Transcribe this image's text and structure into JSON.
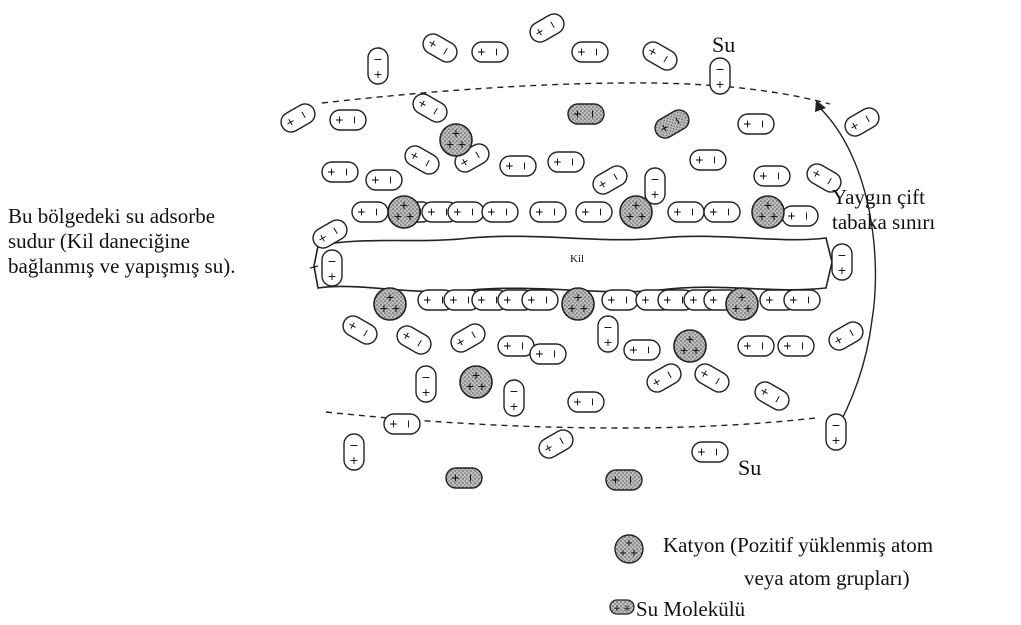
{
  "labels": {
    "water_top": "Su",
    "water_bottom": "Su",
    "clay": "Kil",
    "adsorbed_line1": "Bu bölgedeki su adsorbe",
    "adsorbed_line2": "sudur (Kil daneciğine",
    "adsorbed_line3": "bağlanmış ve yapışmış su).",
    "boundary_line1": "Yaygın çift",
    "boundary_line2": "tabaka sınırı"
  },
  "legend": {
    "cation": "Katyon (Pozitif yüklenmiş atom",
    "cation_cont": "veya atom grupları)",
    "water": "Su Molekülü"
  }
}
